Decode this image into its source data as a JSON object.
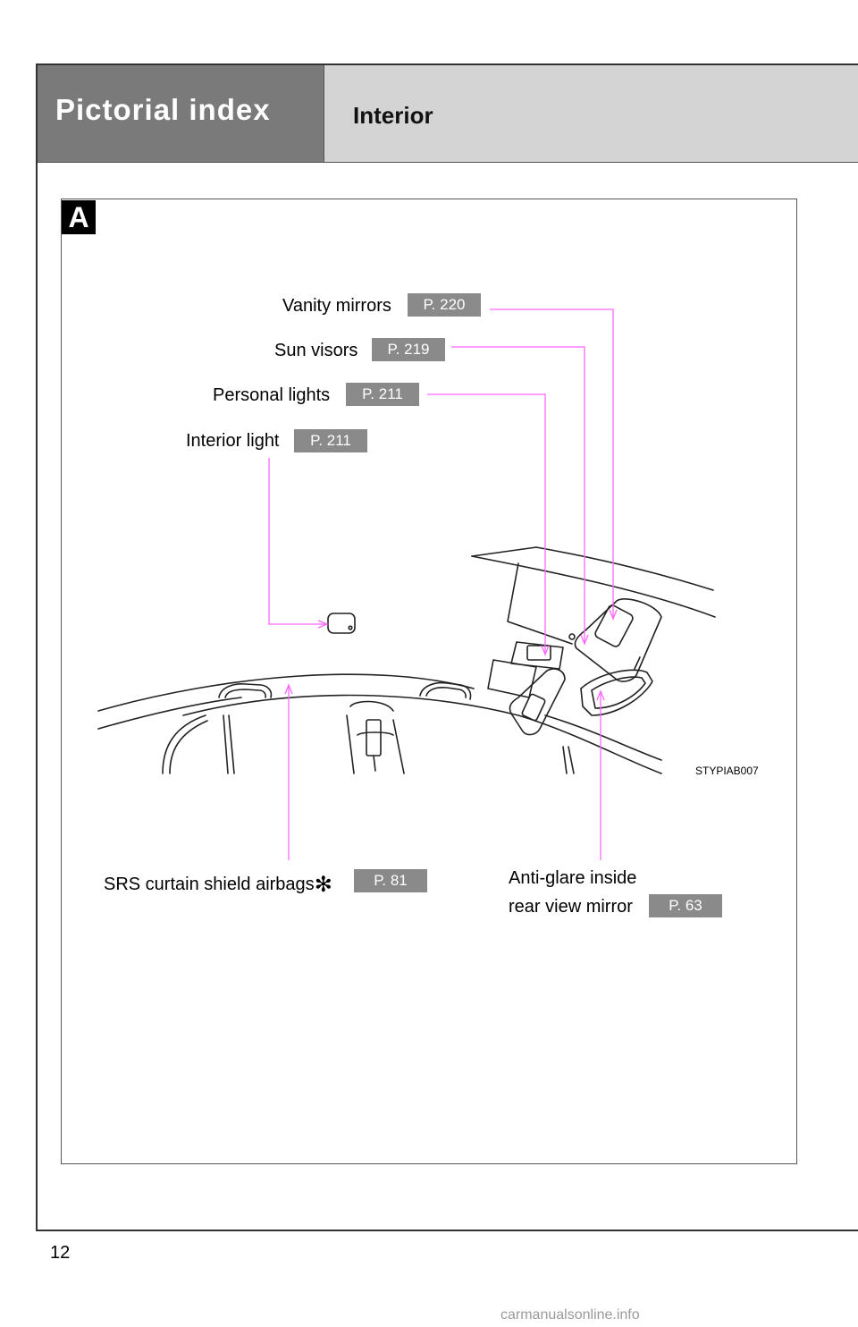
{
  "header": {
    "title": "Pictorial index",
    "subtitle": "Interior"
  },
  "figure": {
    "badge": "A",
    "image_code": "STYPIAB007",
    "callouts": {
      "vanity_mirrors": {
        "label": "Vanity mirrors",
        "page": "P. 220"
      },
      "sun_visors": {
        "label": "Sun visors",
        "page": "P. 219"
      },
      "personal_lights": {
        "label": "Personal lights",
        "page": "P. 211"
      },
      "interior_light": {
        "label": "Interior light",
        "page": "P. 211"
      },
      "srs_airbags": {
        "label": "SRS curtain shield airbags",
        "mark": "✻",
        "page": "P. 81"
      },
      "anti_glare_mirror": {
        "label_line1": "Anti-glare inside",
        "label_line2": "rear view mirror",
        "page": "P. 63"
      }
    }
  },
  "page_number": "12",
  "footer": {
    "watermark": "carmanualsonline.info"
  },
  "colors": {
    "leader_line": "#ff66ff",
    "page_ref_bg": "#8a8a8a",
    "header_dark": "#7a7a7a",
    "header_light": "#d4d4d4"
  }
}
